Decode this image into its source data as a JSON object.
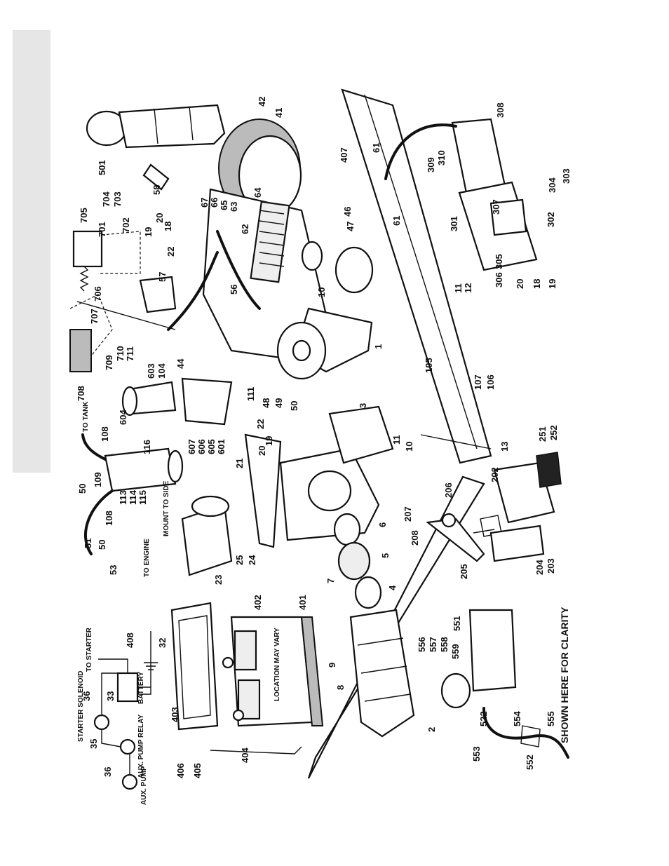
{
  "page_style": {
    "background": "#ffffff",
    "side_tab_color": "#e6e6e6",
    "ink": "#111111"
  },
  "texts": {
    "to_tank": "TO TANK",
    "mount_to_side": "MOUNT TO SIDE",
    "to_engine": "TO ENGINE",
    "location_may_vary": "LOCATION MAY VARY",
    "shown_here_for_clarity": "SHOWN HERE FOR CLARITY",
    "starter_solenoid": "STARTER SOLENOID",
    "to_starter": "TO STARTER",
    "battery": "BATTERY",
    "aux_pump_relay": "AUX. PUMP RELAY",
    "aux_pump": "AUX. PUMP"
  },
  "labels": [
    {
      "text": "501"
    },
    {
      "text": "58"
    },
    {
      "text": "705"
    },
    {
      "text": "704"
    },
    {
      "text": "703"
    },
    {
      "text": "701"
    },
    {
      "text": "702"
    },
    {
      "text": "20"
    },
    {
      "text": "18"
    },
    {
      "text": "19"
    },
    {
      "text": "22"
    },
    {
      "text": "57"
    },
    {
      "text": "706"
    },
    {
      "text": "707"
    },
    {
      "text": "709"
    },
    {
      "text": "710"
    },
    {
      "text": "711"
    },
    {
      "text": "708"
    },
    {
      "text": "42"
    },
    {
      "text": "41"
    },
    {
      "text": "67"
    },
    {
      "text": "66"
    },
    {
      "text": "65"
    },
    {
      "text": "63"
    },
    {
      "text": "64"
    },
    {
      "text": "62"
    },
    {
      "text": "56"
    },
    {
      "text": "44"
    },
    {
      "text": "46"
    },
    {
      "text": "47"
    },
    {
      "text": "10"
    },
    {
      "text": "407"
    },
    {
      "text": "61"
    },
    {
      "text": "61"
    },
    {
      "text": "308"
    },
    {
      "text": "309"
    },
    {
      "text": "310"
    },
    {
      "text": "307"
    },
    {
      "text": "301"
    },
    {
      "text": "302"
    },
    {
      "text": "304"
    },
    {
      "text": "303"
    },
    {
      "text": "305"
    },
    {
      "text": "306"
    },
    {
      "text": "20"
    },
    {
      "text": "18"
    },
    {
      "text": "19"
    },
    {
      "text": "11"
    },
    {
      "text": "12"
    },
    {
      "text": "1"
    },
    {
      "text": "105"
    },
    {
      "text": "107"
    },
    {
      "text": "106"
    },
    {
      "text": "603"
    },
    {
      "text": "104"
    },
    {
      "text": "604"
    },
    {
      "text": "111"
    },
    {
      "text": "48"
    },
    {
      "text": "49"
    },
    {
      "text": "50"
    },
    {
      "text": "607"
    },
    {
      "text": "606"
    },
    {
      "text": "605"
    },
    {
      "text": "601"
    },
    {
      "text": "108"
    },
    {
      "text": "116"
    },
    {
      "text": "109"
    },
    {
      "text": "50"
    },
    {
      "text": "108"
    },
    {
      "text": "113"
    },
    {
      "text": "114"
    },
    {
      "text": "115"
    },
    {
      "text": "3"
    },
    {
      "text": "22"
    },
    {
      "text": "19"
    },
    {
      "text": "20"
    },
    {
      "text": "21"
    },
    {
      "text": "11"
    },
    {
      "text": "10"
    },
    {
      "text": "13"
    },
    {
      "text": "251"
    },
    {
      "text": "252"
    },
    {
      "text": "202"
    },
    {
      "text": "206"
    },
    {
      "text": "207"
    },
    {
      "text": "208"
    },
    {
      "text": "205"
    },
    {
      "text": "204"
    },
    {
      "text": "203"
    },
    {
      "text": "6"
    },
    {
      "text": "5"
    },
    {
      "text": "4"
    },
    {
      "text": "7"
    },
    {
      "text": "51"
    },
    {
      "text": "50"
    },
    {
      "text": "53"
    },
    {
      "text": "23"
    },
    {
      "text": "25"
    },
    {
      "text": "24"
    },
    {
      "text": "402"
    },
    {
      "text": "401"
    },
    {
      "text": "9"
    },
    {
      "text": "8"
    },
    {
      "text": "2"
    },
    {
      "text": "551"
    },
    {
      "text": "556"
    },
    {
      "text": "557"
    },
    {
      "text": "558"
    },
    {
      "text": "559"
    },
    {
      "text": "522"
    },
    {
      "text": "554"
    },
    {
      "text": "555"
    },
    {
      "text": "553"
    },
    {
      "text": "552"
    },
    {
      "text": "408"
    },
    {
      "text": "32"
    },
    {
      "text": "36"
    },
    {
      "text": "33"
    },
    {
      "text": "35"
    },
    {
      "text": "36"
    },
    {
      "text": "403"
    },
    {
      "text": "406"
    },
    {
      "text": "405"
    },
    {
      "text": "404"
    }
  ]
}
